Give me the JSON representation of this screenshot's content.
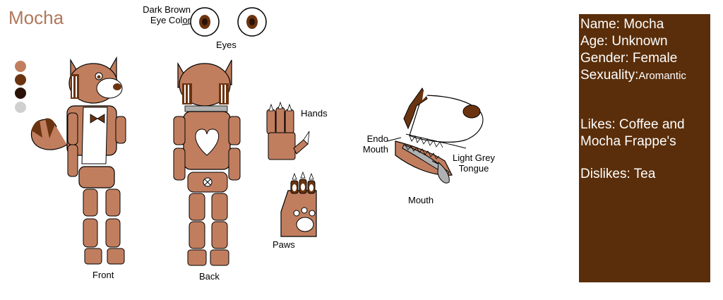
{
  "title": "Mocha",
  "swatches": [
    "#c17e5f",
    "#6b3410",
    "#2a1306",
    "#d0d0d0"
  ],
  "labels": {
    "eye_color_line1": "Dark Brown",
    "eye_color_line2": "Eye Color",
    "eyes": "Eyes",
    "hands": "Hands",
    "paws": "Paws",
    "front": "Front",
    "back": "Back",
    "endo_line1": "Endo",
    "endo_line2": "Mouth",
    "tongue_line1": "Light Grey",
    "tongue_line2": "Tongue",
    "mouth": "Mouth"
  },
  "info": {
    "name": "Name: Mocha",
    "age": "Age: Unknown",
    "gender": "Gender: Female",
    "sexuality_label": "Sexuality:",
    "sexuality_value": "Aromantic",
    "likes_line1": "Likes: Coffee and",
    "likes_line2": "Mocha Frappe's",
    "dislikes": "Dislikes: Tea"
  },
  "colors": {
    "body": "#c17e5f",
    "dark_brown": "#6b3410",
    "panel": "#5a2e0a",
    "endo_grey": "#b0b0b0"
  }
}
